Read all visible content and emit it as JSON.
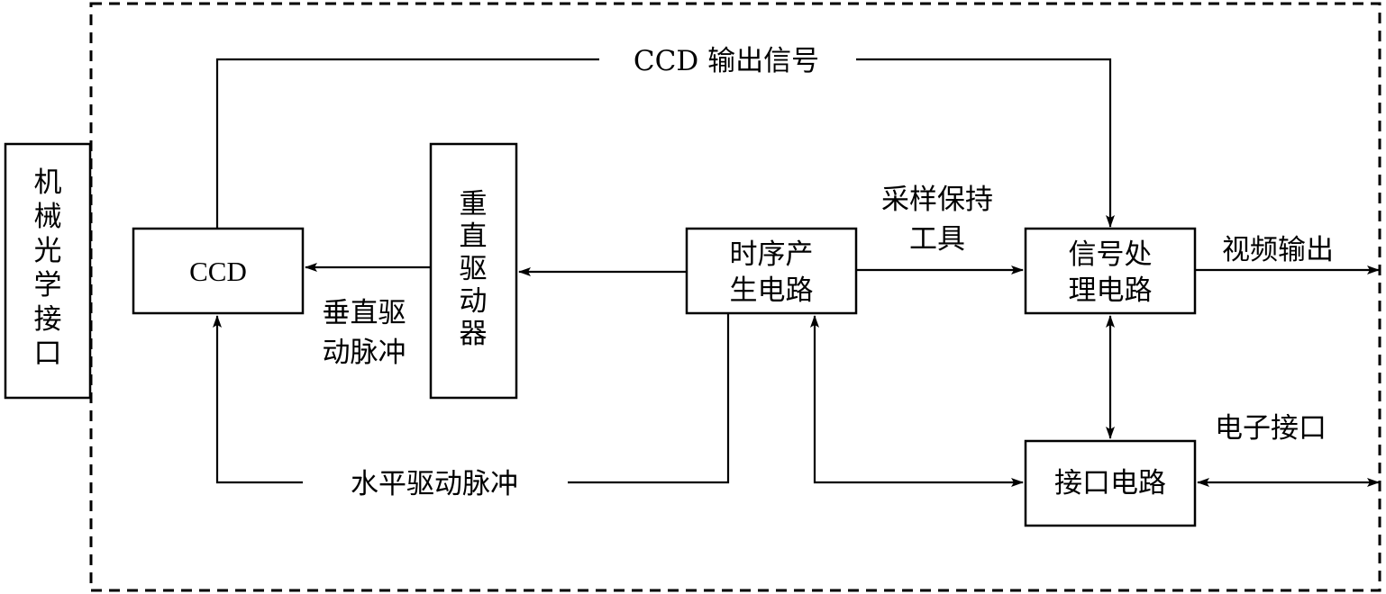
{
  "blocks": {
    "mech_interface": [
      "机",
      "械",
      "光",
      "学",
      "接",
      "口"
    ],
    "ccd": "CCD",
    "vertical_driver": [
      "重",
      "直",
      "驱",
      "动",
      "器"
    ],
    "timing_gen": [
      "时序产",
      "生电路"
    ],
    "signal_proc": [
      "信号处",
      "理电路"
    ],
    "interface_circuit": "接口电路"
  },
  "labels": {
    "ccd_output_signal": "CCD 输出信号",
    "sample_hold": [
      "采样保持",
      "工具"
    ],
    "video_output": "视频输出",
    "vertical_pulse": [
      "垂直驱",
      "动脉冲"
    ],
    "horizontal_pulse": "水平驱动脉冲",
    "electronic_interface": "电子接口"
  }
}
